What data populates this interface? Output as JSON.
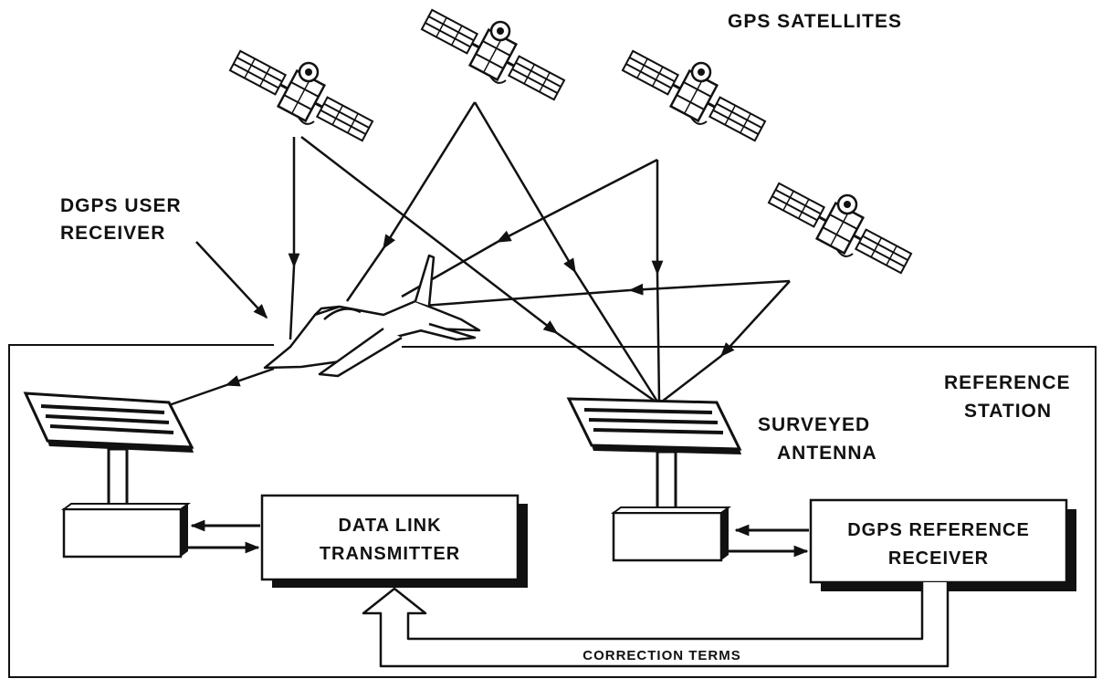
{
  "labels": {
    "gps_satellites": "GPS SATELLITES",
    "dgps_user_line1": "DGPS USER",
    "dgps_user_line2": "RECEIVER",
    "reference_line1": "REFERENCE",
    "reference_line2": "STATION",
    "antenna_line1": "SURVEYED",
    "antenna_line2": "ANTENNA",
    "datalink_line1": "DATA LINK",
    "datalink_line2": "TRANSMITTER",
    "dgpsref_line1": "DGPS REFERENCE",
    "dgpsref_line2": "RECEIVER",
    "correction": "CORRECTION TERMS"
  },
  "colors": {
    "ink": "#111111",
    "background": "#ffffff"
  },
  "icons": [
    "satellite-icon",
    "aircraft-icon",
    "antenna-panel-icon"
  ]
}
